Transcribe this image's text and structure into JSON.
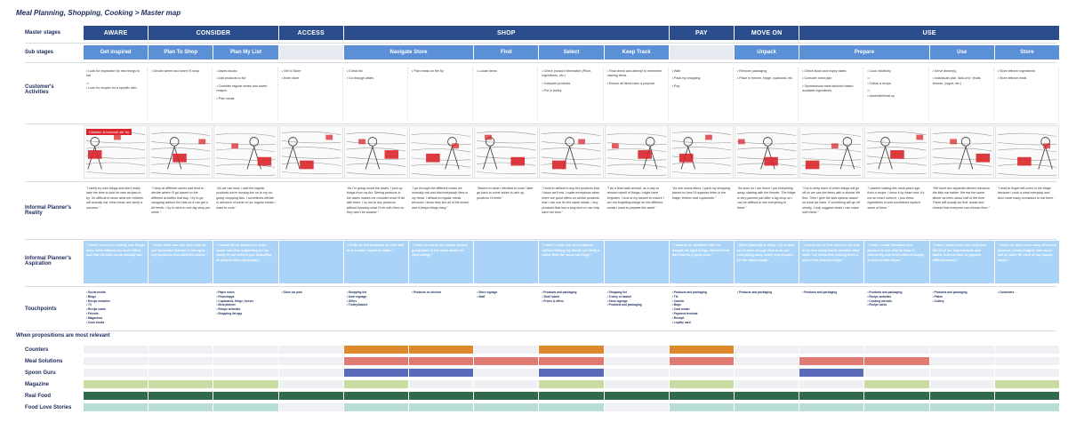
{
  "title": "Meal Planning, Shopping, Cooking > Master map",
  "row_labels": {
    "master": "Master stages",
    "sub": "Sub stages",
    "activities": "Customer's Activities",
    "reality": "Informal Planner's Reality",
    "aspiration": "Informal Planner's Aspiration",
    "touchpoints": "Touchpoints"
  },
  "master_stages": [
    "AWARE",
    "CONSIDER",
    "ACCESS",
    "SHOP",
    "PAY",
    "MOVE ON",
    "USE"
  ],
  "sub_stages": [
    "Get inspired",
    "Plan To Shop",
    "Plan My List",
    "",
    "Navigate Store",
    "Find",
    "Select",
    "Keep Track",
    "",
    "Unpack",
    "Prepare",
    "Use",
    "Store"
  ],
  "activities": [
    [
      "• Look for inspiration for new things to eat",
      "or",
      "• Look for recipes for a specific dish"
    ],
    [
      "• Decide where and when I'll shop"
    ],
    [
      "• Asses stocks",
      "• Add products to list",
      "• Consider regular meals and saved recipes",
      "• Plan meals"
    ],
    [
      "• Get to Store",
      "• Enter store"
    ],
    [
      "• Check list",
      "• Go through aisles"
    ],
    [
      "• Plan meals on the fly"
    ],
    [
      "• Locate items"
    ],
    [
      "• Check product information (Price, ingredients, etc.)",
      "• Compare products",
      "• Put in trolley"
    ],
    [
      "• Final check and attempt to remember missing items",
      "• Ensure all items have a purpose"
    ],
    [
      "• Wait",
      "• Pack my shopping",
      "• Pay"
    ],
    [
      "• Remove packaging",
      "• Place in freezer, fridge, cupboard, etc."
    ],
    [
      "• Check stock and expiry dates",
      "• Consider meal plan",
      "• Spontaneous meal decision based available ingredients"
    ],
    [
      "• Cook intuitively",
      "or",
      "• Follow a recipe",
      "or",
      "• Assemble/heat up"
    ],
    [
      "• Serve dinner(s)",
      "• Individuals pick \"add-on's\" (fruits, cheese, yogurt, etc.)"
    ],
    [
      "• Store leftover ingredients",
      "• Store leftover meal"
    ]
  ],
  "image_caption": "Chicken & broccoli stir fry",
  "reality": [
    "\"I rarely try new things and don't really take the time to look for new recipes to try. It's difficult to know what the children will actually eat. New meals are rarely a success.\"",
    "\"I shop at different stores and tend to decide where I'll go based on the different activities that day. I try to go shopping without the kids as it can get a bit hectic. I try to stick to one big shop per week.\"",
    "\"As we use food, I add the regular products we're running low on to my on-going shopping lists. I sometimes decide in advance of some of our regular meals I want to cook.\"",
    "",
    "\"As I'm going round the aisles, I pick up things from my list. Seeing products in the aisles makes me consider what I'll do with them. I try not to buy products without knowing what I'll do with them so they won't be wasted.\"",
    "\"I go through the different meals we normally eat and that everybody likes in my head. I default to regular meals because I know they tick all of the boxes and it keeps things easy.\"",
    "\"Based on what I decided to cook I later go back to some aisles to pick up products I'll need.\"",
    "\"I tend to default to buy the products that I know we'll eat. I make exceptions when there are good offers on similar products that I can use for the same meals. I buy products that last a long time or can help save me time.\"",
    "\"I do a final walk around, as a way to remind myself of things I might have forgotten. I look at my basket to ensure I am not forgetting things for the different meals I want to prepare this week.\"",
    "\"As she scans items, I pack my shopping based on how I'll organise them in the fridge, freezer and cupboards.\"",
    "\"As soon as I am home I put everything away, starting with the freezer. The fridge is very packed just after a big shop so I can be difficult to see everything in there.\"",
    "\"I try to keep track of when things will go off so we use the items with a shorter life first. Then I give the kids options based on what we have. If something will go off shortly, I only suggest meals I can make with these.\"",
    "\"I started making this meal years ago from a recipe. I know it by heart now. It's not an exact science, I just throw ingredients in and sometimes replace some of them.\"",
    "\"We have two separate dinners because the kids eat earlier. We eat the same dinner as them about half of the time. There will usually be fruit, bread and cheese that everyone can choose from.\"",
    "\"I tend to forget left-overs in the fridge because I cook a meal everyday and don't have many occasions to eat them.\""
  ],
  "aspiration": [
    "\"I wish I could try cooking new things more often without too much effort and that the kids would actually eat.\"",
    "\"I wish there was one shop with all our favourites instead of having to buy products from different stores.\"",
    "\"I would like to spend less brain space and time organising for my family to eat without just defaulting to what is easy and known.\"",
    "",
    "\"I'd like to find products on offer that fit in a meal I regularly make.\"",
    "\"I wish we would not always default going back to the same meals we keep eating.\"",
    "",
    "\"I wish I could buy new products without risking my family not liking it rather than the same old thing.\"",
    "",
    "\"I want to be confident that I've bought the right things, that we'll eat well and for a good price.\"",
    "\"When planning to shop, I try to plan so I'd have enough time to do put everything away neatly and prepare for the week ahead.\"",
    "\"I would like to find ways for my kids to be less fussy and to broaden their taste. I've found that making them a part of the process helps.\"",
    "\"I wish I could introduce new flavours to this dish to keep it interesting and fresh without having to learn a new recipe.\"",
    "\"I wish I could make one meal that fits all of our requirements and tastes, and not have to prepare different meals.\"",
    "\"I hope we don't have many left-overs because I know roughly how much will be eaten for each of our regular meals.\""
  ],
  "touchpoints": [
    [
      "Social media",
      "Blogs",
      "Recipe websites",
      "TV",
      "Recipe cards",
      "Friends",
      "Magazines",
      "Cook books"
    ],
    [],
    [
      "Paper notes",
      "Phone/apps",
      "Cupboards, fridge, freezer",
      "Meal planner",
      "Recipe websites",
      "Shopping list app"
    ],
    [
      "Store car park"
    ],
    [
      "Shopping list",
      "Aisle signage",
      "Offers",
      "Trolley/basket"
    ],
    [
      "Products on shelves"
    ],
    [
      "Store signage",
      "Staff"
    ],
    [
      "Products and packaging",
      "Shelf labels",
      "Prices & offers"
    ],
    [
      "Shopping list",
      "Trolley or basket",
      "Store signage",
      "Products and packaging"
    ],
    [
      "Products and packaging",
      "Till",
      "Cashier",
      "Bags",
      "Card reader",
      "Payment terminal",
      "Receipt",
      "Loyalty card"
    ],
    [
      "Products and packaging"
    ],
    [
      "Products and packaging"
    ],
    [
      "Products and packaging",
      "Recipe websites",
      "Cooking utensils",
      "Recipe cards"
    ],
    [
      "Products and packaging",
      "Plates",
      "Cutlery"
    ],
    [
      "Containers"
    ]
  ],
  "propositions_title": "When propositions are most relevant",
  "propositions": [
    {
      "name": "Counters",
      "color": "#de8a2c",
      "cols": [
        4,
        5,
        7,
        9
      ]
    },
    {
      "name": "Meal Solutions",
      "color": "#e07a72",
      "cols": [
        4,
        5,
        6,
        7,
        9,
        11,
        12
      ]
    },
    {
      "name": "Spoon Guru",
      "color": "#5a6ab8",
      "cols": [
        4,
        5,
        7,
        11
      ]
    },
    {
      "name": "Magazine",
      "color": "#c9dca1",
      "cols": [
        0,
        1,
        2,
        4,
        7,
        9,
        12,
        14
      ]
    },
    {
      "name": "Real Food",
      "color": "#2f6a4c",
      "cols": [
        0,
        1,
        2,
        3,
        4,
        5,
        6,
        7,
        8,
        9,
        10,
        11,
        12,
        13,
        14
      ]
    },
    {
      "name": "Food Love Stories",
      "color": "#b8ddd5",
      "cols": [
        0,
        1,
        2,
        4,
        5,
        6,
        7,
        9,
        10,
        11,
        12,
        13,
        14
      ]
    }
  ]
}
